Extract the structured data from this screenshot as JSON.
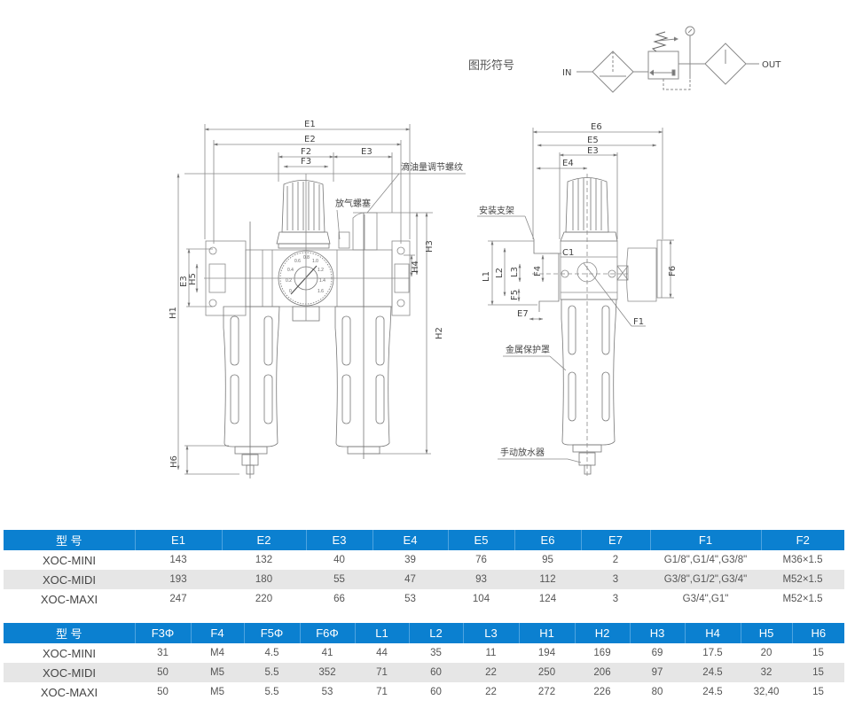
{
  "symbol": {
    "title": "图形符号",
    "in_label": "IN",
    "out_label": "OUT"
  },
  "drawing": {
    "front_view": {
      "dims": {
        "E1": "E1",
        "E2": "E2",
        "F2": "F2",
        "F3": "F3",
        "E3": "E3",
        "H1": "H1",
        "H2": "H2",
        "H3": "H3",
        "H4": "H4",
        "H5": "H5",
        "H6": "H6",
        "E3v": "E3"
      },
      "callouts": {
        "oil_adjust_thread": "滴油量调节螺纹",
        "vent_screw": "放气螺塞"
      },
      "gauge_ticks": [
        "0",
        "0.2",
        "0.4",
        "0.6",
        "0.8",
        "1.0",
        "1.2",
        "1.4",
        "1.6"
      ]
    },
    "side_view": {
      "dims": {
        "E6": "E6",
        "E5": "E5",
        "E3": "E3",
        "E4": "E4",
        "C1": "C1",
        "L1": "L1",
        "L2": "L2",
        "L3": "L3",
        "F4": "F4",
        "F5": "F5",
        "E7": "E7",
        "F1": "F1",
        "F6": "F6"
      },
      "callouts": {
        "mount_bracket": "安装支架",
        "metal_guard": "金属保护罩",
        "manual_drain": "手动放水器"
      }
    }
  },
  "colors": {
    "header_bg": "#0b80d0",
    "alt_row_bg": "#e6e6e6",
    "line": "#8a8a8a"
  },
  "table1": {
    "headers": [
      "型 号",
      "E1",
      "E2",
      "E3",
      "E4",
      "E5",
      "E6",
      "E7",
      "F1",
      "F2"
    ],
    "rows": [
      [
        "XOC-MINI",
        "143",
        "132",
        "40",
        "39",
        "76",
        "95",
        "2",
        "G1/8\",G1/4\",G3/8\"",
        "M36×1.5"
      ],
      [
        "XOC-MIDI",
        "193",
        "180",
        "55",
        "47",
        "93",
        "112",
        "3",
        "G3/8\",G1/2\",G3/4\"",
        "M52×1.5"
      ],
      [
        "XOC-MAXI",
        "247",
        "220",
        "66",
        "53",
        "104",
        "124",
        "3",
        "G3/4\",G1\"",
        "M52×1.5"
      ]
    ]
  },
  "table2": {
    "headers": [
      "型 号",
      "F3Φ",
      "F4",
      "F5Φ",
      "F6Φ",
      "L1",
      "L2",
      "L3",
      "H1",
      "H2",
      "H3",
      "H4",
      "H5",
      "H6"
    ],
    "rows": [
      [
        "XOC-MINI",
        "31",
        "M4",
        "4.5",
        "41",
        "44",
        "35",
        "11",
        "194",
        "169",
        "69",
        "17.5",
        "20",
        "15"
      ],
      [
        "XOC-MIDI",
        "50",
        "M5",
        "5.5",
        "352",
        "71",
        "60",
        "22",
        "250",
        "206",
        "97",
        "24.5",
        "32",
        "15"
      ],
      [
        "XOC-MAXI",
        "50",
        "M5",
        "5.5",
        "53",
        "71",
        "60",
        "22",
        "272",
        "226",
        "80",
        "24.5",
        "32,40",
        "15"
      ]
    ]
  }
}
